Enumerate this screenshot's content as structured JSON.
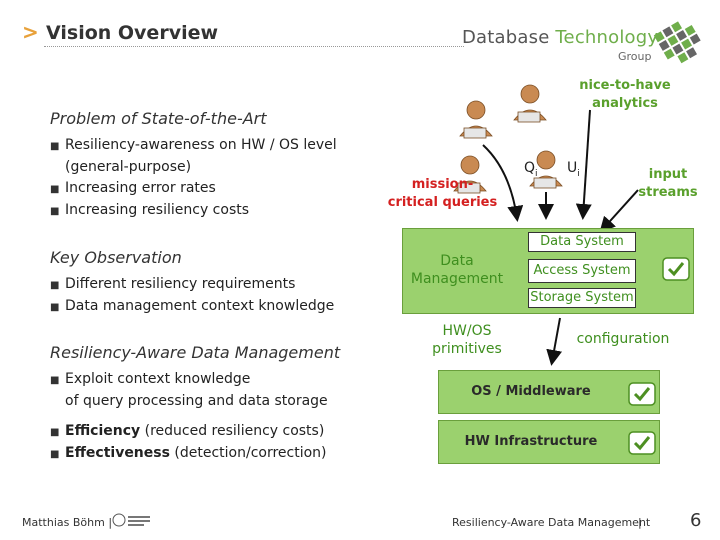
{
  "header": {
    "chevron": ">",
    "title": "Vision Overview",
    "brand_part1": "Database",
    "brand_part2": "Technology",
    "brand_group": "Group"
  },
  "left": {
    "section1_heading": "Problem of State-of-the-Art",
    "section1_items": [
      {
        "line1": "Resiliency-awareness on HW / OS level",
        "line2": "(general-purpose)"
      },
      {
        "line1": "Increasing error rates"
      },
      {
        "line1": "Increasing resiliency costs"
      }
    ],
    "section2_heading": "Key Observation",
    "section2_items": [
      "Different resiliency requirements",
      "Data management context knowledge"
    ],
    "section3_heading": "Resiliency-Aware Data Management",
    "section3_item1_line1": "Exploit context knowledge",
    "section3_item1_line2": "of query processing and data storage",
    "section3_item2_bold": "Efficiency",
    "section3_item2_rest": " (reduced resiliency costs)",
    "section3_item3_bold": "Effectiveness",
    "section3_item3_rest": " (detection/correction)"
  },
  "diagram": {
    "nice_to_have": "nice-to-have analytics",
    "mission_critical": "mission- critical queries",
    "q_label": "Q",
    "q_sub": "i",
    "u_label": "U",
    "u_sub": "i",
    "input_streams": "input streams",
    "data_system": "Data System",
    "access_system": "Access System",
    "storage_system": "Storage System",
    "data_management": "Data Management",
    "hw_os_primitives": "HW/OS primitives",
    "configuration": "configuration",
    "os_middleware": "OS / Middleware",
    "hw_infrastructure": "HW Infrastructure"
  },
  "footer": {
    "author": "Matthias Böhm |",
    "talk_title": "Resiliency-Aware Data Management",
    "separator": "|",
    "page": "6"
  },
  "colors": {
    "accent_orange": "#e8a13a",
    "brand_green": "#6fae4b",
    "diagram_green": "#9bd16e",
    "text_red": "#d42020"
  }
}
